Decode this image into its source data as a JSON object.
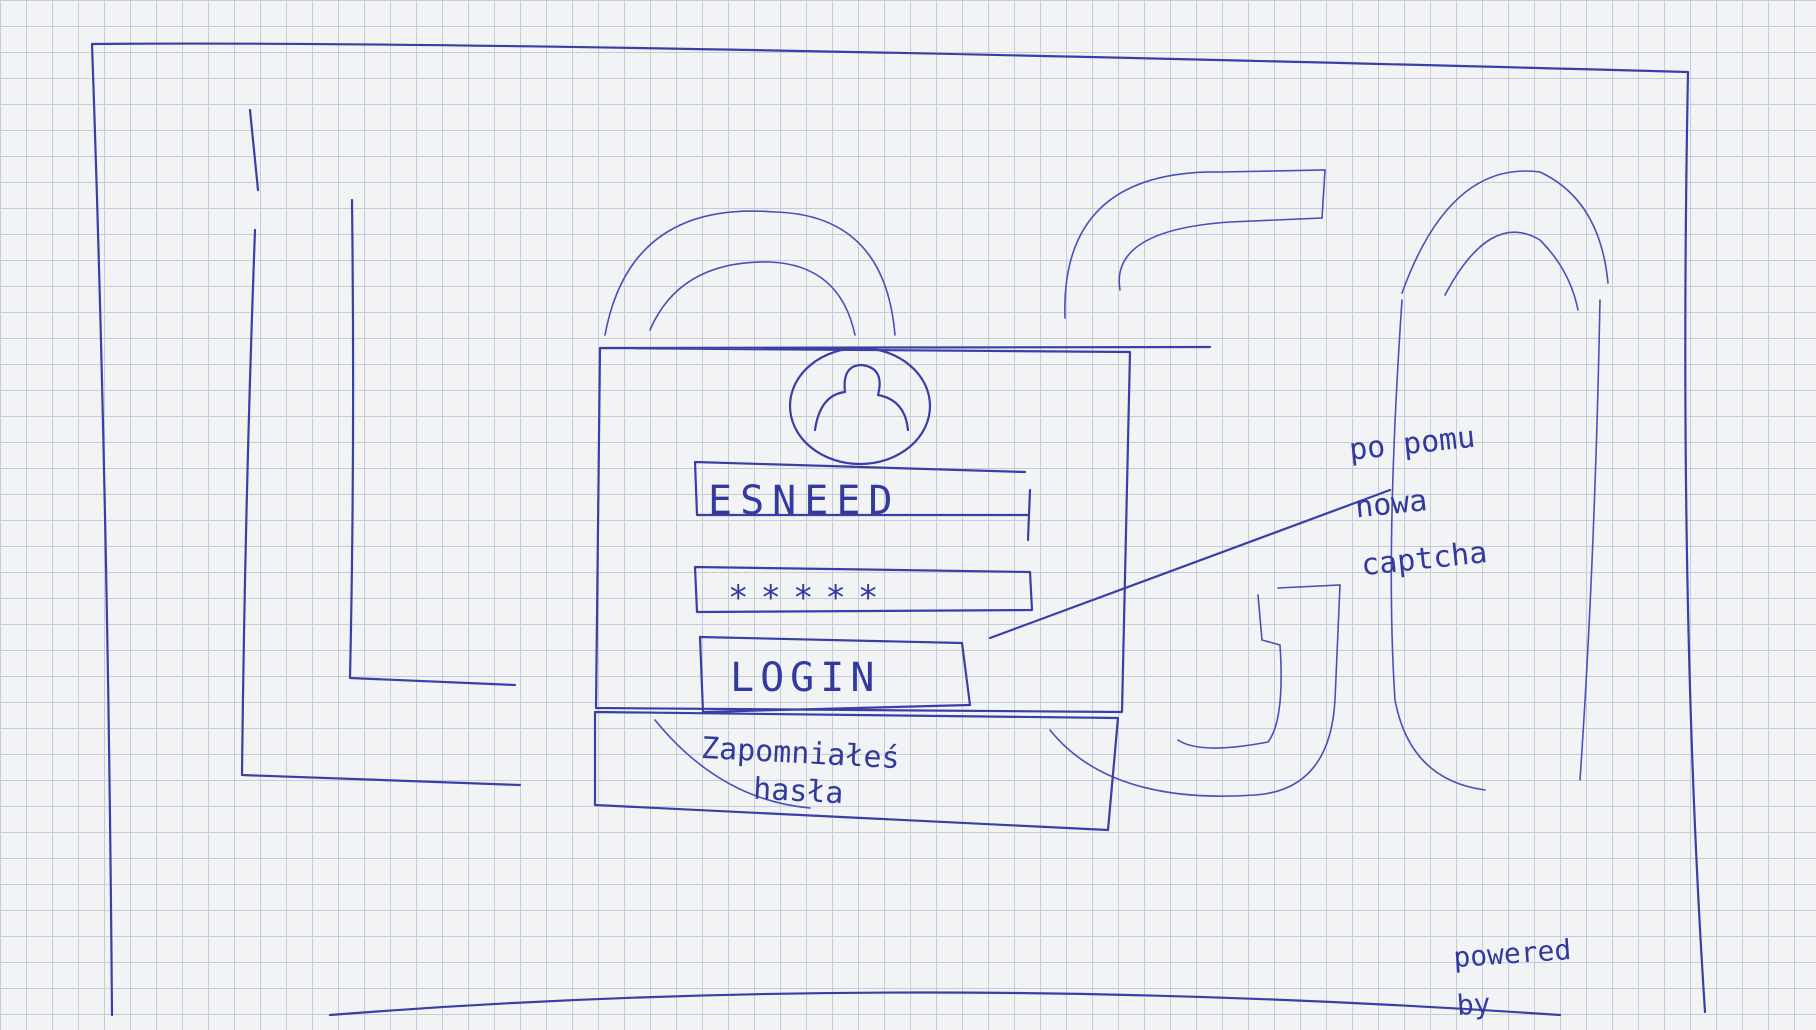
{
  "login_form": {
    "username_value": "ESNEED",
    "password_mask": "*****",
    "login_button_label": "LOGIN",
    "forgot_password_line1": "Zapomniałeś",
    "forgot_password_line2": "hasła"
  },
  "annotation": {
    "line1": "po pomu",
    "line2": "nowa",
    "line3": "captcha"
  },
  "footer": {
    "powered_line1": "powered",
    "powered_line2": "by"
  },
  "colors": {
    "ink": "#3a3fa6",
    "paper": "#f2f3f5",
    "grid": "#c7ccd4"
  }
}
